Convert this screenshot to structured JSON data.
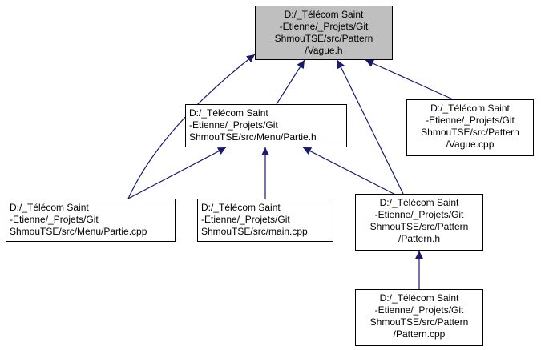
{
  "colors": {
    "edge": "#191970",
    "focus_fill": "#bfbfbf",
    "node_fill": "#ffffff",
    "node_border": "#000000"
  },
  "nodes": {
    "vague_h": {
      "lines": [
        "D:/_Télécom Saint",
        "-Etienne/_Projets/Git",
        "ShmouTSE/src/Pattern",
        "/Vague.h"
      ]
    },
    "partie_h": {
      "lines": [
        "D:/_Télécom Saint",
        "-Etienne/_Projets/Git",
        "ShmouTSE/src/Menu/Partie.h"
      ]
    },
    "vague_cpp": {
      "lines": [
        "D:/_Télécom Saint",
        "-Etienne/_Projets/Git",
        "ShmouTSE/src/Pattern",
        "/Vague.cpp"
      ]
    },
    "partie_cpp": {
      "lines": [
        "D:/_Télécom Saint",
        "-Etienne/_Projets/Git",
        "ShmouTSE/src/Menu/Partie.cpp"
      ]
    },
    "main_cpp": {
      "lines": [
        "D:/_Télécom Saint",
        "-Etienne/_Projets/Git",
        "ShmouTSE/src/main.cpp"
      ]
    },
    "pattern_h": {
      "lines": [
        "D:/_Télécom Saint",
        "-Etienne/_Projets/Git",
        "ShmouTSE/src/Pattern",
        "/Pattern.h"
      ]
    },
    "pattern_cpp": {
      "lines": [
        "D:/_Télécom Saint",
        "-Etienne/_Projets/Git",
        "ShmouTSE/src/Pattern",
        "/Pattern.cpp"
      ]
    }
  },
  "edges": [
    {
      "from": "partie_cpp",
      "to": "vague_h"
    },
    {
      "from": "partie_h",
      "to": "vague_h"
    },
    {
      "from": "pattern_h",
      "to": "vague_h"
    },
    {
      "from": "vague_cpp",
      "to": "vague_h"
    },
    {
      "from": "partie_cpp",
      "to": "partie_h"
    },
    {
      "from": "main_cpp",
      "to": "partie_h"
    },
    {
      "from": "pattern_h",
      "to": "partie_h"
    },
    {
      "from": "pattern_cpp",
      "to": "pattern_h"
    }
  ]
}
